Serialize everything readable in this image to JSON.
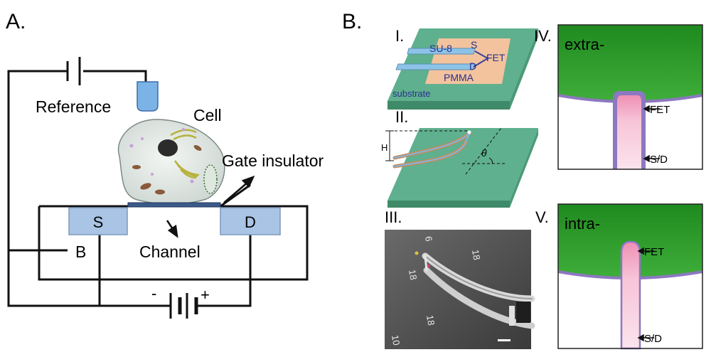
{
  "panelA": {
    "label": "A.",
    "reference": "Reference",
    "cell": "Cell",
    "gate_insulator": "Gate insulator",
    "source": "S",
    "drain": "D",
    "body": "B",
    "channel": "Channel",
    "minus": "-",
    "plus": "+"
  },
  "panelB": {
    "label": "B.",
    "sub1": {
      "numeral": "I.",
      "su8": "SU-8",
      "s": "S",
      "d": "D",
      "fet": "FET",
      "pmma": "PMMA",
      "substrate": "substrate"
    },
    "sub2": {
      "numeral": "II.",
      "h": "H",
      "theta": "θ"
    },
    "sub3": {
      "numeral": "III.",
      "marks": [
        "6",
        "18",
        "18",
        "18",
        "10"
      ]
    },
    "sub4": {
      "numeral": "IV.",
      "title": "extra-",
      "fet": "FET",
      "sd": "S/D"
    },
    "sub5": {
      "numeral": "V.",
      "title": "intra-",
      "fet": "FET",
      "sd": "S/D"
    }
  },
  "colors": {
    "insulator_blue": "#a9c4e4",
    "cell_green": "#2e9b2e",
    "membrane_purple": "#8c78c0",
    "fet_pink": "#f3a7c3",
    "substrate_green": "#5fb08e",
    "pmma_orange": "#f2c39d"
  }
}
